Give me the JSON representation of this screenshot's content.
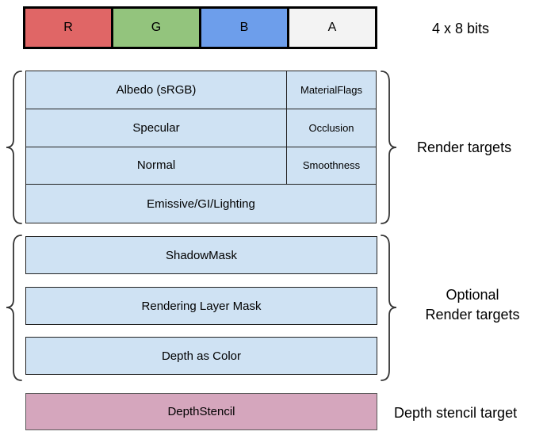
{
  "channel_bar": {
    "cells": [
      {
        "label": "R",
        "color": "#e06666"
      },
      {
        "label": "G",
        "color": "#93c47d"
      },
      {
        "label": "B",
        "color": "#6d9eeb"
      },
      {
        "label": "A",
        "color": "#f3f3f3"
      }
    ],
    "caption": "4 x 8 bits"
  },
  "render_targets": {
    "caption": "Render targets",
    "fill_color": "#cfe2f3",
    "rows": [
      {
        "main": "Albedo (sRGB)",
        "alpha": "MaterialFlags"
      },
      {
        "main": "Specular",
        "alpha": "Occlusion"
      },
      {
        "main": "Normal",
        "alpha": "Smoothness"
      },
      {
        "main": "Emissive/GI/Lighting"
      }
    ]
  },
  "optional_targets": {
    "caption_line1": "Optional",
    "caption_line2": "Render targets",
    "fill_color": "#cfe2f3",
    "rows": [
      "ShadowMask",
      "Rendering Layer Mask",
      "Depth as Color"
    ]
  },
  "depth_stencil": {
    "label": "DepthStencil",
    "caption": "Depth stencil target",
    "fill_color": "#d5a6bd"
  }
}
